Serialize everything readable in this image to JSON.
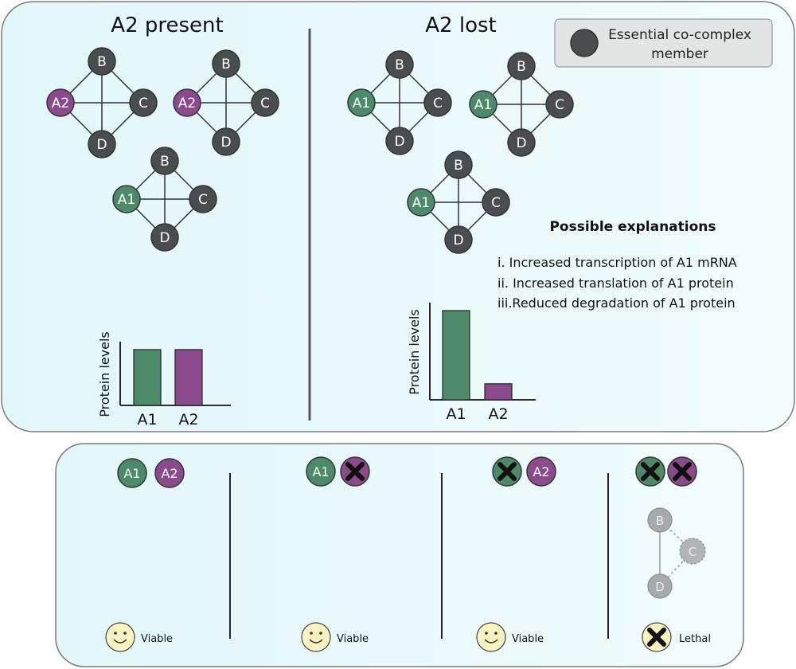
{
  "top": {
    "present_title": "A2 present",
    "lost_title": "A2 lost",
    "legend_text_1": "Essential co-complex",
    "legend_text_2": "member",
    "explanations_title": "Possible explanations",
    "explanations": [
      "i. Increased transcription of A1 mRNA",
      "ii. Increased translation of A1 protein",
      "iii.Reduced degradation of A1 protein"
    ]
  },
  "nodes": {
    "a1": "A1",
    "a2": "A2",
    "b": "B",
    "c": "C",
    "d": "D"
  },
  "bar_present": {
    "ylabel": "Protein levels",
    "categories": [
      "A1",
      "A2"
    ],
    "values": [
      1.0,
      1.0
    ]
  },
  "bar_lost": {
    "ylabel": "Protein levels",
    "categories": [
      "A1",
      "A2"
    ],
    "values": [
      1.0,
      0.18
    ]
  },
  "bottom": {
    "outcomes": [
      "Viable",
      "Viable",
      "Viable",
      "Lethal"
    ]
  },
  "colors": {
    "green": "#4d8a6a",
    "purple": "#8a4a8c",
    "dark": "#4a4c4e",
    "panel": "#e6f8fb",
    "smiley": "#f8f3c0"
  }
}
